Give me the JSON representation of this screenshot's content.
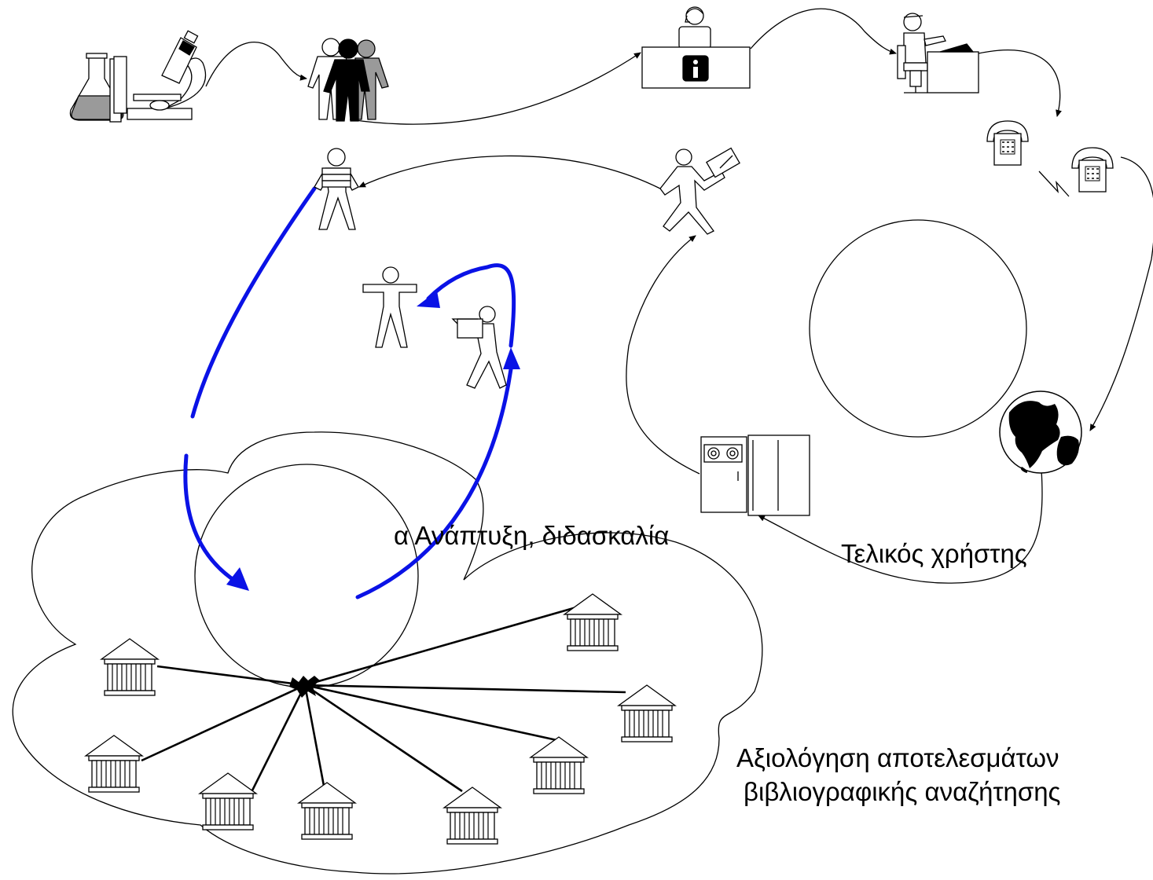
{
  "labels": {
    "development_teaching": "α Ανάπτυξη, διδασκαλία",
    "end_user": "Τελικός χρήστης",
    "evaluation_line1": "Αξιολόγηση αποτελεσμάτων",
    "evaluation_line2": "βιβλιογραφικής αναζήτησης"
  },
  "colors": {
    "blue_arrow": "#0a12e6",
    "outline": "#000000",
    "grey_fill": "#a0a0a0"
  },
  "icons": [
    "lab-equipment-icon",
    "microscope-icon",
    "researchers-group-icon",
    "information-desk-icon",
    "clerk-at-desk-icon",
    "telephone-icon",
    "globe-icon",
    "mainframe-computer-icon",
    "walking-person-icon",
    "person-with-books-icon",
    "person-arms-out-icon",
    "person-carrying-box-icon",
    "library-building-icon",
    "network-hub-icon"
  ]
}
